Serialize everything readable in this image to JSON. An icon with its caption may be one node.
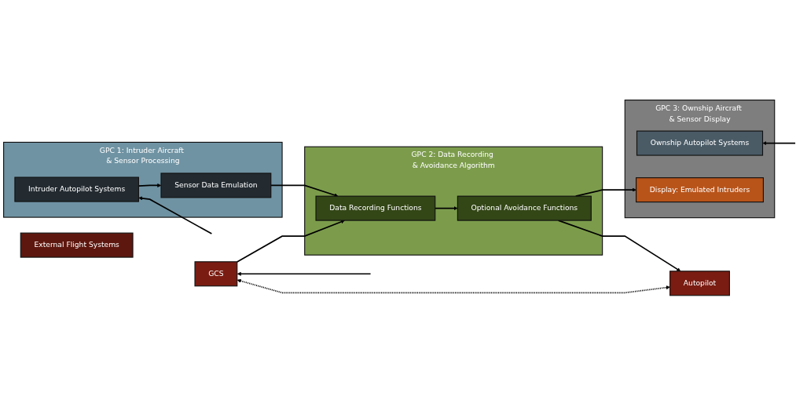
{
  "diagram": {
    "nodes": [
      {
        "text": [
          "GPC 1: Intruder Aircraft & Sensor Processing"
        ]
      },
      {
        "text": [
          "Intruder Autopilot Systems"
        ],
        "in": 0
      },
      {
        "text": [
          "Sensor Data Emulation"
        ],
        "in": 0
      },
      {
        "text": [
          "GPC 2: Data Recording & Avoidance Algorithm"
        ]
      },
      {
        "text": [
          "Data Recording Functions"
        ],
        "in": 3
      },
      {
        "text": [
          "Optional Avoidance Functions"
        ],
        "in": 3
      },
      {
        "text": [
          "External Flight Systems"
        ]
      },
      {
        "text": [
          "GCS"
        ]
      },
      {
        "text": [
          "Autopilot"
        ]
      },
      {
        "text": [
          "GPC 3: Ownship Aircraft & Sensor Display"
        ]
      },
      {
        "text": [
          "Ownship Autopilot Systems"
        ],
        "in": 9
      },
      {
        "text": [
          "Display: Emulated Intruders"
        ],
        "in": 9
      }
    ],
    "edges": [
      {
        "from": 1,
        "to": 2,
        "arrow": "to"
      },
      {
        "from": 2,
        "to": 4,
        "arrow": "to"
      },
      {
        "from": 7,
        "to": 4,
        "arrow": "to"
      },
      {
        "from": 4,
        "to": 5,
        "arrow": "to"
      },
      {
        "from": 5,
        "to": 8,
        "arrow": "to"
      },
      {
        "from": 5,
        "to": 11,
        "arrow": "to"
      },
      {
        "from": 7,
        "to": 8,
        "arrow": "both",
        "style": "dashed"
      },
      {
        "from": null,
        "to": 7,
        "arrow": "to"
      },
      {
        "from": null,
        "to": 10,
        "arrow": "to"
      },
      {
        "from": null,
        "to": 1,
        "arrow": "to"
      }
    ]
  }
}
